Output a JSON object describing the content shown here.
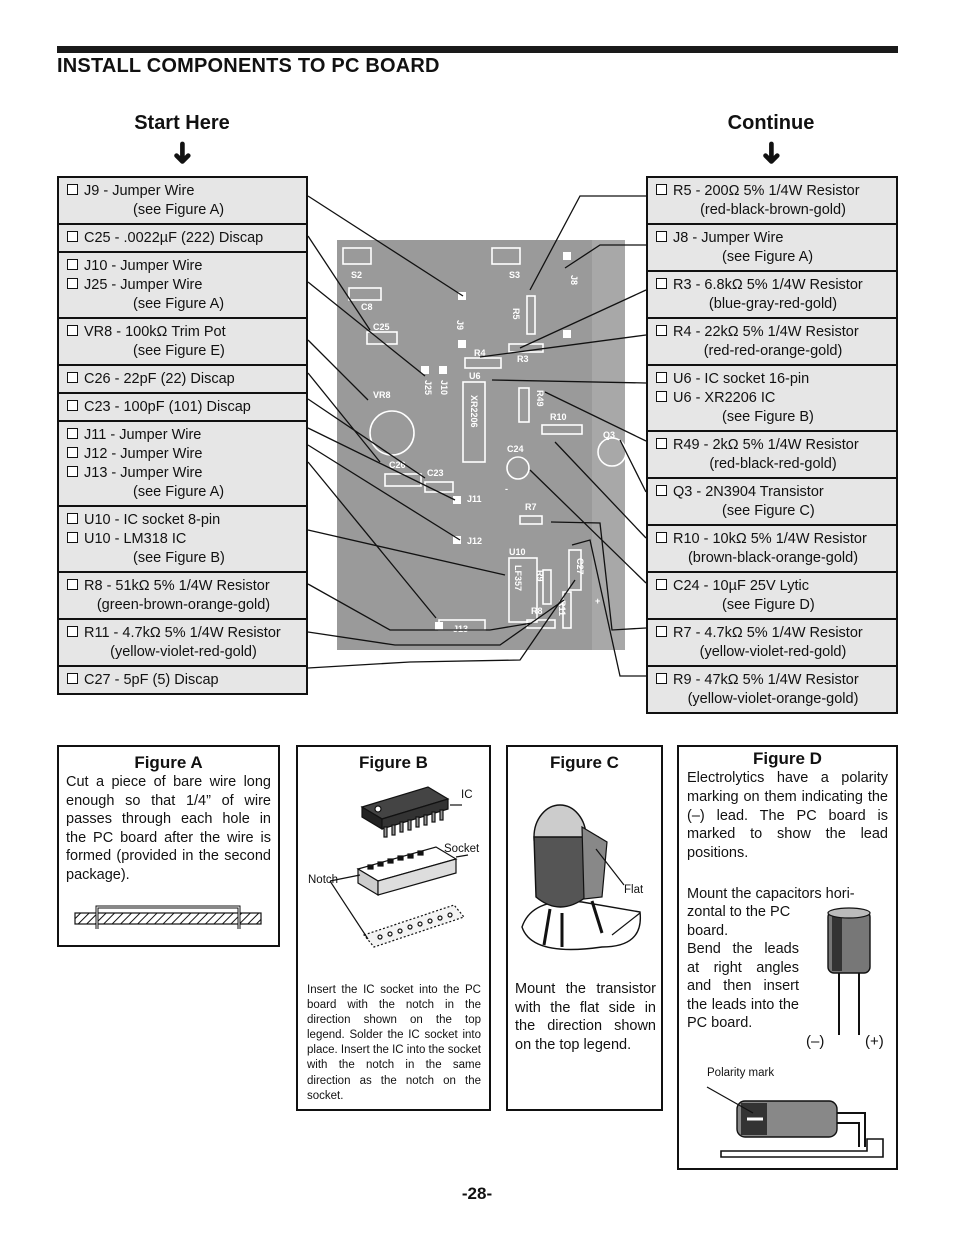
{
  "page": {
    "title": "INSTALL COMPONENTS TO PC BOARD",
    "start_heading": "Start Here",
    "continue_heading": "Continue",
    "arrow_glyph": "➜",
    "page_number": "-28-"
  },
  "left_steps": [
    {
      "lines": [
        {
          "t": "J9 - Jumper Wire",
          "cb": true
        },
        {
          "t": "(see Figure A)",
          "sub": true
        }
      ]
    },
    {
      "lines": [
        {
          "t": "C25 - .0022µF (222) Discap",
          "cb": true
        }
      ]
    },
    {
      "lines": [
        {
          "t": "J10 - Jumper Wire",
          "cb": true
        },
        {
          "t": "J25 - Jumper Wire",
          "cb": true
        },
        {
          "t": "(see Figure A)",
          "sub": true
        }
      ]
    },
    {
      "lines": [
        {
          "t": "VR8 - 100kΩ Trim Pot",
          "cb": true
        },
        {
          "t": "(see Figure E)",
          "sub": true
        }
      ]
    },
    {
      "lines": [
        {
          "t": "C26 - 22pF (22) Discap",
          "cb": true
        }
      ]
    },
    {
      "lines": [
        {
          "t": "C23 - 100pF (101) Discap",
          "cb": true
        }
      ]
    },
    {
      "lines": [
        {
          "t": "J11 - Jumper Wire",
          "cb": true
        },
        {
          "t": "J12 - Jumper Wire",
          "cb": true
        },
        {
          "t": "J13 - Jumper Wire",
          "cb": true
        },
        {
          "t": "(see Figure A)",
          "sub": true
        }
      ]
    },
    {
      "lines": [
        {
          "t": "U10 - IC socket 8-pin",
          "cb": true
        },
        {
          "t": "U10 - LM318 IC",
          "cb": true
        },
        {
          "t": "(see Figure B)",
          "sub": true
        }
      ]
    },
    {
      "lines": [
        {
          "t": "R8 - 51kΩ 5% 1/4W Resistor",
          "cb": true
        },
        {
          "t": "(green-brown-orange-gold)",
          "sub": true,
          "center": true
        }
      ]
    },
    {
      "lines": [
        {
          "t": "R11 - 4.7kΩ 5% 1/4W Resistor",
          "cb": true
        },
        {
          "t": "(yellow-violet-red-gold)",
          "sub": true,
          "center": true
        }
      ]
    },
    {
      "lines": [
        {
          "t": "C27 - 5pF (5) Discap",
          "cb": true
        }
      ]
    }
  ],
  "right_steps": [
    {
      "lines": [
        {
          "t": "R5 - 200Ω 5% 1/4W Resistor",
          "cb": true
        },
        {
          "t": "(red-black-brown-gold)",
          "sub": true,
          "center": true
        }
      ]
    },
    {
      "lines": [
        {
          "t": "J8 - Jumper Wire",
          "cb": true
        },
        {
          "t": "(see Figure A)",
          "sub": true
        }
      ]
    },
    {
      "lines": [
        {
          "t": "R3 - 6.8kΩ 5% 1/4W Resistor",
          "cb": true
        },
        {
          "t": "(blue-gray-red-gold)",
          "sub": true,
          "center": true
        }
      ]
    },
    {
      "lines": [
        {
          "t": "R4 - 22kΩ 5% 1/4W Resistor",
          "cb": true
        },
        {
          "t": "(red-red-orange-gold)",
          "sub": true,
          "center": true
        }
      ]
    },
    {
      "lines": [
        {
          "t": "U6 - IC socket 16-pin",
          "cb": true
        },
        {
          "t": "U6 - XR2206 IC",
          "cb": true
        },
        {
          "t": "(see Figure B)",
          "sub": true
        }
      ]
    },
    {
      "lines": [
        {
          "t": "R49 - 2kΩ 5% 1/4W Resistor",
          "cb": true
        },
        {
          "t": "(red-black-red-gold)",
          "sub": true,
          "center": true
        }
      ]
    },
    {
      "lines": [
        {
          "t": "Q3 - 2N3904 Transistor",
          "cb": true
        },
        {
          "t": "(see Figure C)",
          "sub": true
        }
      ]
    },
    {
      "lines": [
        {
          "t": "R10 - 10kΩ 5% 1/4W Resistor",
          "cb": true
        },
        {
          "t": "(brown-black-orange-gold)",
          "sub": true,
          "center": true
        }
      ]
    },
    {
      "lines": [
        {
          "t": "C24 - 10µF 25V Lytic",
          "cb": true
        },
        {
          "t": "(see Figure D)",
          "sub": true
        }
      ]
    },
    {
      "lines": [
        {
          "t": "R7 - 4.7kΩ 5% 1/4W Resistor",
          "cb": true
        },
        {
          "t": "(yellow-violet-red-gold)",
          "sub": true,
          "center": true
        }
      ]
    },
    {
      "lines": [
        {
          "t": "R9 - 47kΩ 5% 1/4W Resistor",
          "cb": true
        },
        {
          "t": "(yellow-violet-orange-gold)",
          "sub": true,
          "center": true
        }
      ]
    }
  ],
  "board_labels": [
    "S2",
    "S3",
    "C8",
    "C25",
    "J9",
    "R5",
    "J8",
    "R4",
    "R3",
    "U6",
    "XR2206",
    "VR8",
    "J25",
    "J10",
    "R49",
    "R10",
    "Q3",
    "C26",
    "C23",
    "C24",
    "J11",
    "R7",
    "J12",
    "U10",
    "LF357",
    "R9",
    "C27",
    "R8",
    "R11",
    "J13",
    "+",
    "-"
  ],
  "figure_a": {
    "title": "Figure A",
    "text": "Cut a piece of bare wire long enough so that 1/4” of wire passes through each hole in the PC board after the wire is formed (provided in the second package)."
  },
  "figure_b": {
    "title": "Figure B",
    "label_ic": "IC",
    "label_socket": "Socket",
    "label_notch": "Notch",
    "text": "Insert the IC socket into the PC board with the notch in the direction shown on the top legend. Solder the IC socket into place. Insert the IC into the socket with the notch in the same direction as the notch on the socket."
  },
  "figure_c": {
    "title": "Figure C",
    "label_flat": "Flat",
    "text": "Mount the transistor with the flat side in the direction shown on the top legend."
  },
  "figure_d": {
    "title": "Figure D",
    "text1": "Electrolytics have a polarity marking on them indicating the (–) lead. The PC board is marked to show the lead positions.",
    "text2a": "Mount the capacitors hori-",
    "text2b": "zontal to the PC board.",
    "text2c": "Bend the leads at right angles and then insert the leads into the PC board.",
    "label_neg": "(–)",
    "label_pos": "(+)",
    "label_polarity": "Polarity mark"
  },
  "colors": {
    "panel": "#e6e6e6",
    "board": "#9a9a9a",
    "ink": "#111111"
  }
}
